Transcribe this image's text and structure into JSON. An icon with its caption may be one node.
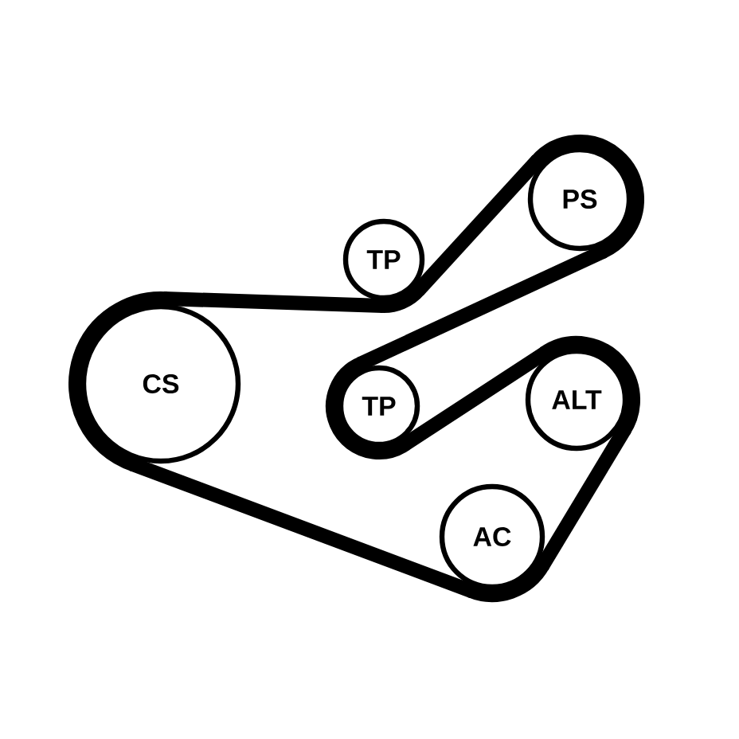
{
  "diagram": {
    "nodes": [
      {
        "text": [
          "PS"
        ]
      },
      {
        "text": [
          "TP"
        ]
      },
      {
        "text": [
          "CS"
        ]
      },
      {
        "text": [
          "TP"
        ]
      },
      {
        "text": [
          "ALT"
        ]
      },
      {
        "text": [
          "AC"
        ]
      }
    ],
    "edges": [
      {
        "from": 2,
        "to": 1,
        "arrow": "none"
      },
      {
        "from": 1,
        "to": 0,
        "arrow": "none"
      },
      {
        "from": 0,
        "to": 3,
        "arrow": "none"
      },
      {
        "from": 3,
        "to": 4,
        "arrow": "none"
      },
      {
        "from": 4,
        "to": 5,
        "arrow": "none"
      },
      {
        "from": 5,
        "to": 2,
        "arrow": "none"
      }
    ]
  }
}
